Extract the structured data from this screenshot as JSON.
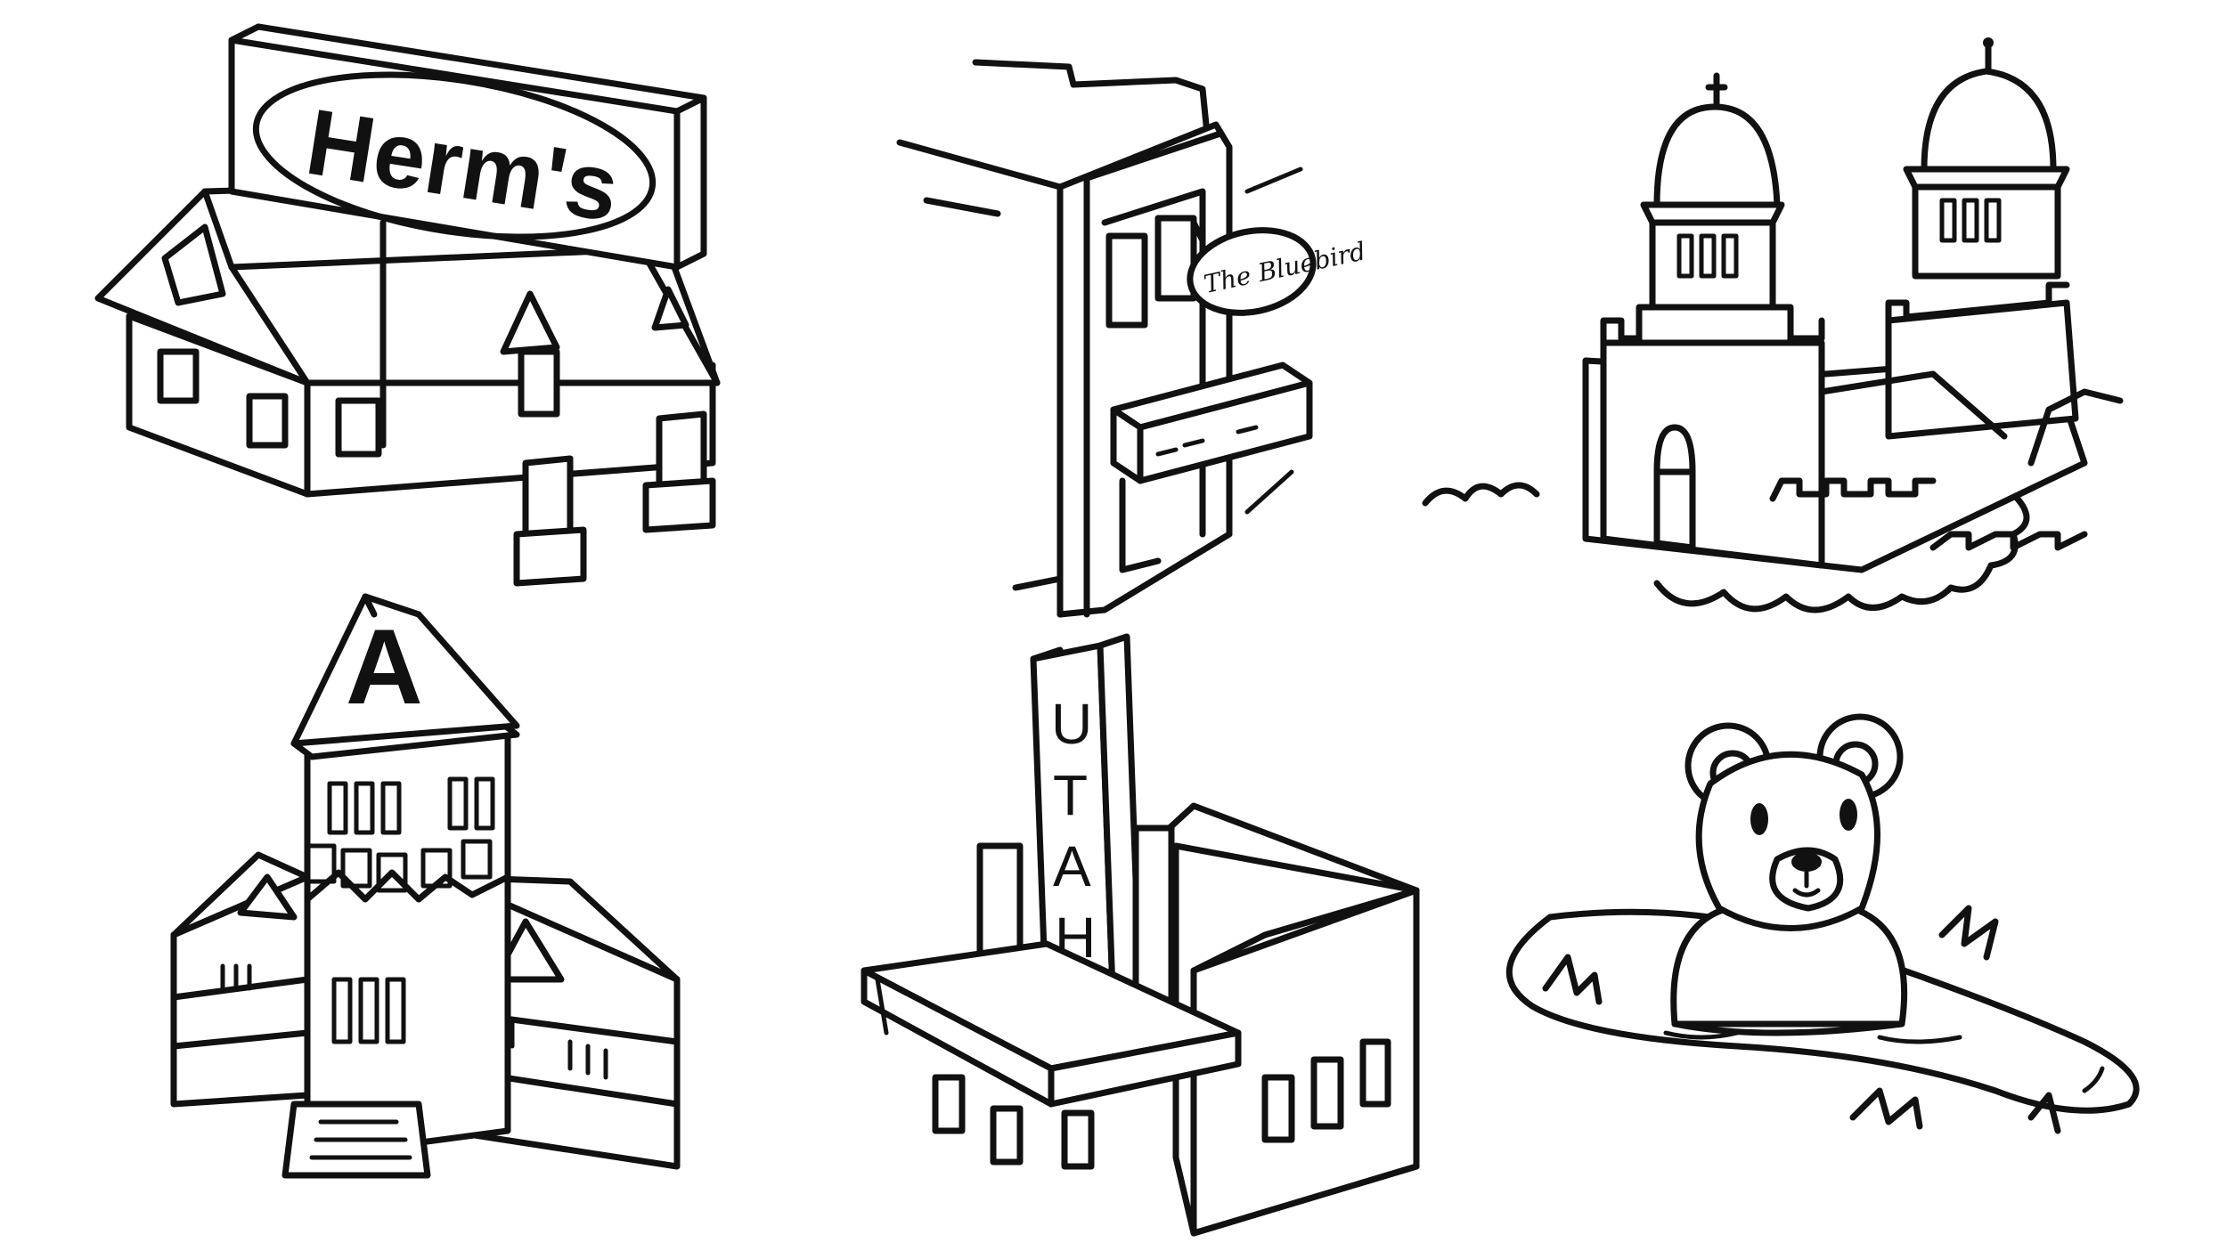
{
  "drawings": [
    {
      "id": "herms",
      "sign_text": "Herm's"
    },
    {
      "id": "bluebird",
      "sign_text": "The Bluebird"
    },
    {
      "id": "cathedral"
    },
    {
      "id": "tower-a",
      "tower_letter": "A"
    },
    {
      "id": "utah-theater",
      "marquee_letters": [
        "U",
        "T",
        "A",
        "H"
      ]
    },
    {
      "id": "bear"
    }
  ],
  "colors": {
    "ink": "#111111",
    "background": "#ffffff"
  }
}
